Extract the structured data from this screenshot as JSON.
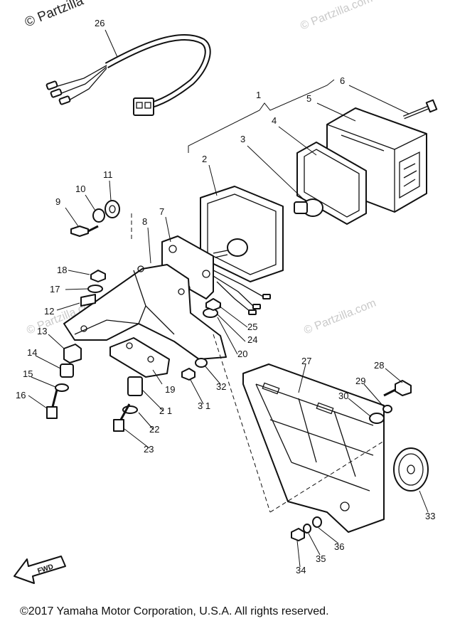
{
  "watermark_top": "© Partzilla",
  "watermark_repeat": "© Partzilla.com",
  "copyright": "©2017  Yamaha Motor Corporation, U.S.A. All rights reserved.",
  "fwd_label": "FWD",
  "callouts": {
    "p1": "1",
    "p2": "2",
    "p3": "3",
    "p4": "4",
    "p5": "5",
    "p6": "6",
    "p7": "7",
    "p8": "8",
    "p9": "9",
    "p10": "10",
    "p11": "11",
    "p12": "12",
    "p13": "13",
    "p14": "14",
    "p15": "15",
    "p16": "16",
    "p17": "17",
    "p18": "18",
    "p19": "19",
    "p20": "20",
    "p21": "2 1",
    "p22": "22",
    "p23": "23",
    "p24": "24",
    "p25": "25",
    "p26": "26",
    "p27": "27",
    "p28": "28",
    "p29": "29",
    "p30": "30",
    "p31": "3 1",
    "p32": "32",
    "p33": "33",
    "p34": "34",
    "p35": "35",
    "p36": "36"
  }
}
